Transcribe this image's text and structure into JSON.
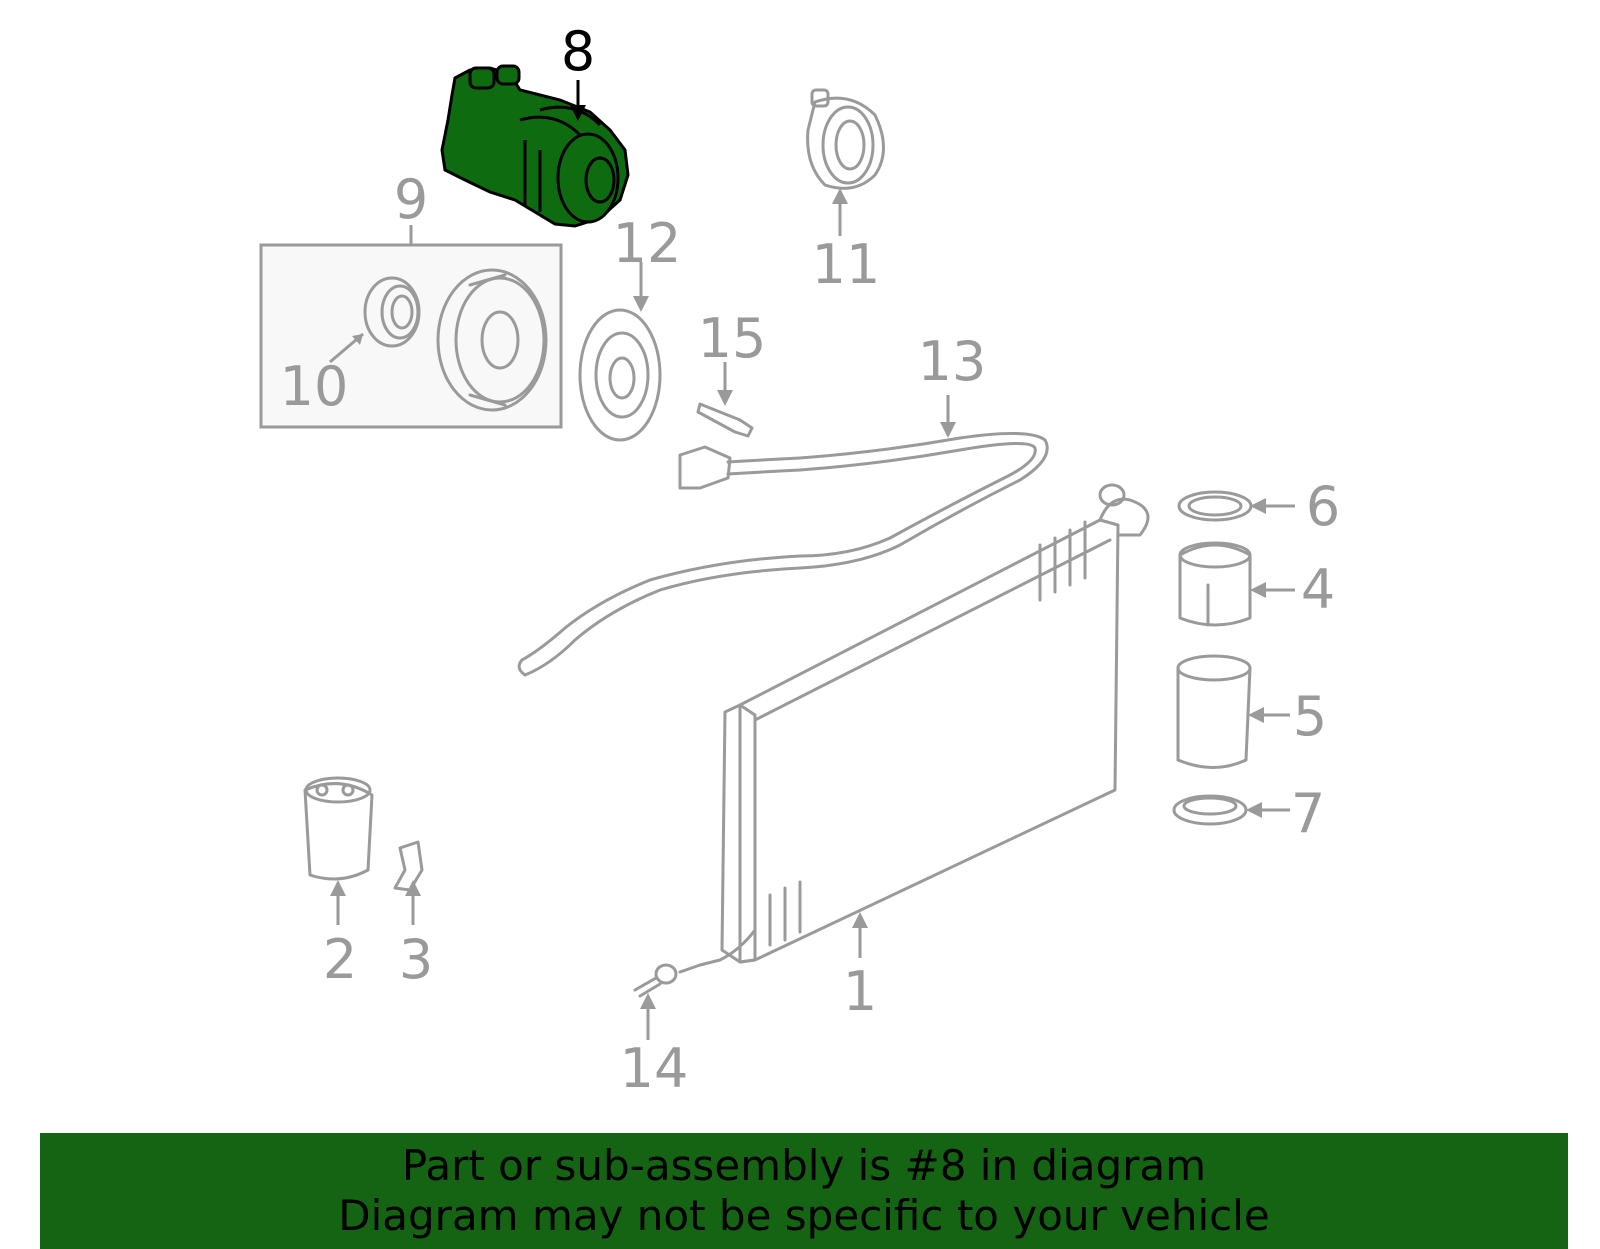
{
  "diagram": {
    "callouts": [
      {
        "id": "1",
        "label": "1"
      },
      {
        "id": "2",
        "label": "2"
      },
      {
        "id": "3",
        "label": "3"
      },
      {
        "id": "4",
        "label": "4"
      },
      {
        "id": "5",
        "label": "5"
      },
      {
        "id": "6",
        "label": "6"
      },
      {
        "id": "7",
        "label": "7"
      },
      {
        "id": "8",
        "label": "8",
        "highlighted": true
      },
      {
        "id": "9",
        "label": "9"
      },
      {
        "id": "10",
        "label": "10"
      },
      {
        "id": "11",
        "label": "11"
      },
      {
        "id": "12",
        "label": "12"
      },
      {
        "id": "13",
        "label": "13"
      },
      {
        "id": "14",
        "label": "14"
      },
      {
        "id": "15",
        "label": "15"
      }
    ],
    "colors": {
      "highlight_part": "#0f6b0f",
      "line_art": "#9a9a9a",
      "highlight_label": "#000000"
    }
  },
  "banner": {
    "line1": "Part or sub-assembly is #8 in diagram",
    "line2": "Diagram may not be specific to your vehicle",
    "background": "#146414"
  }
}
